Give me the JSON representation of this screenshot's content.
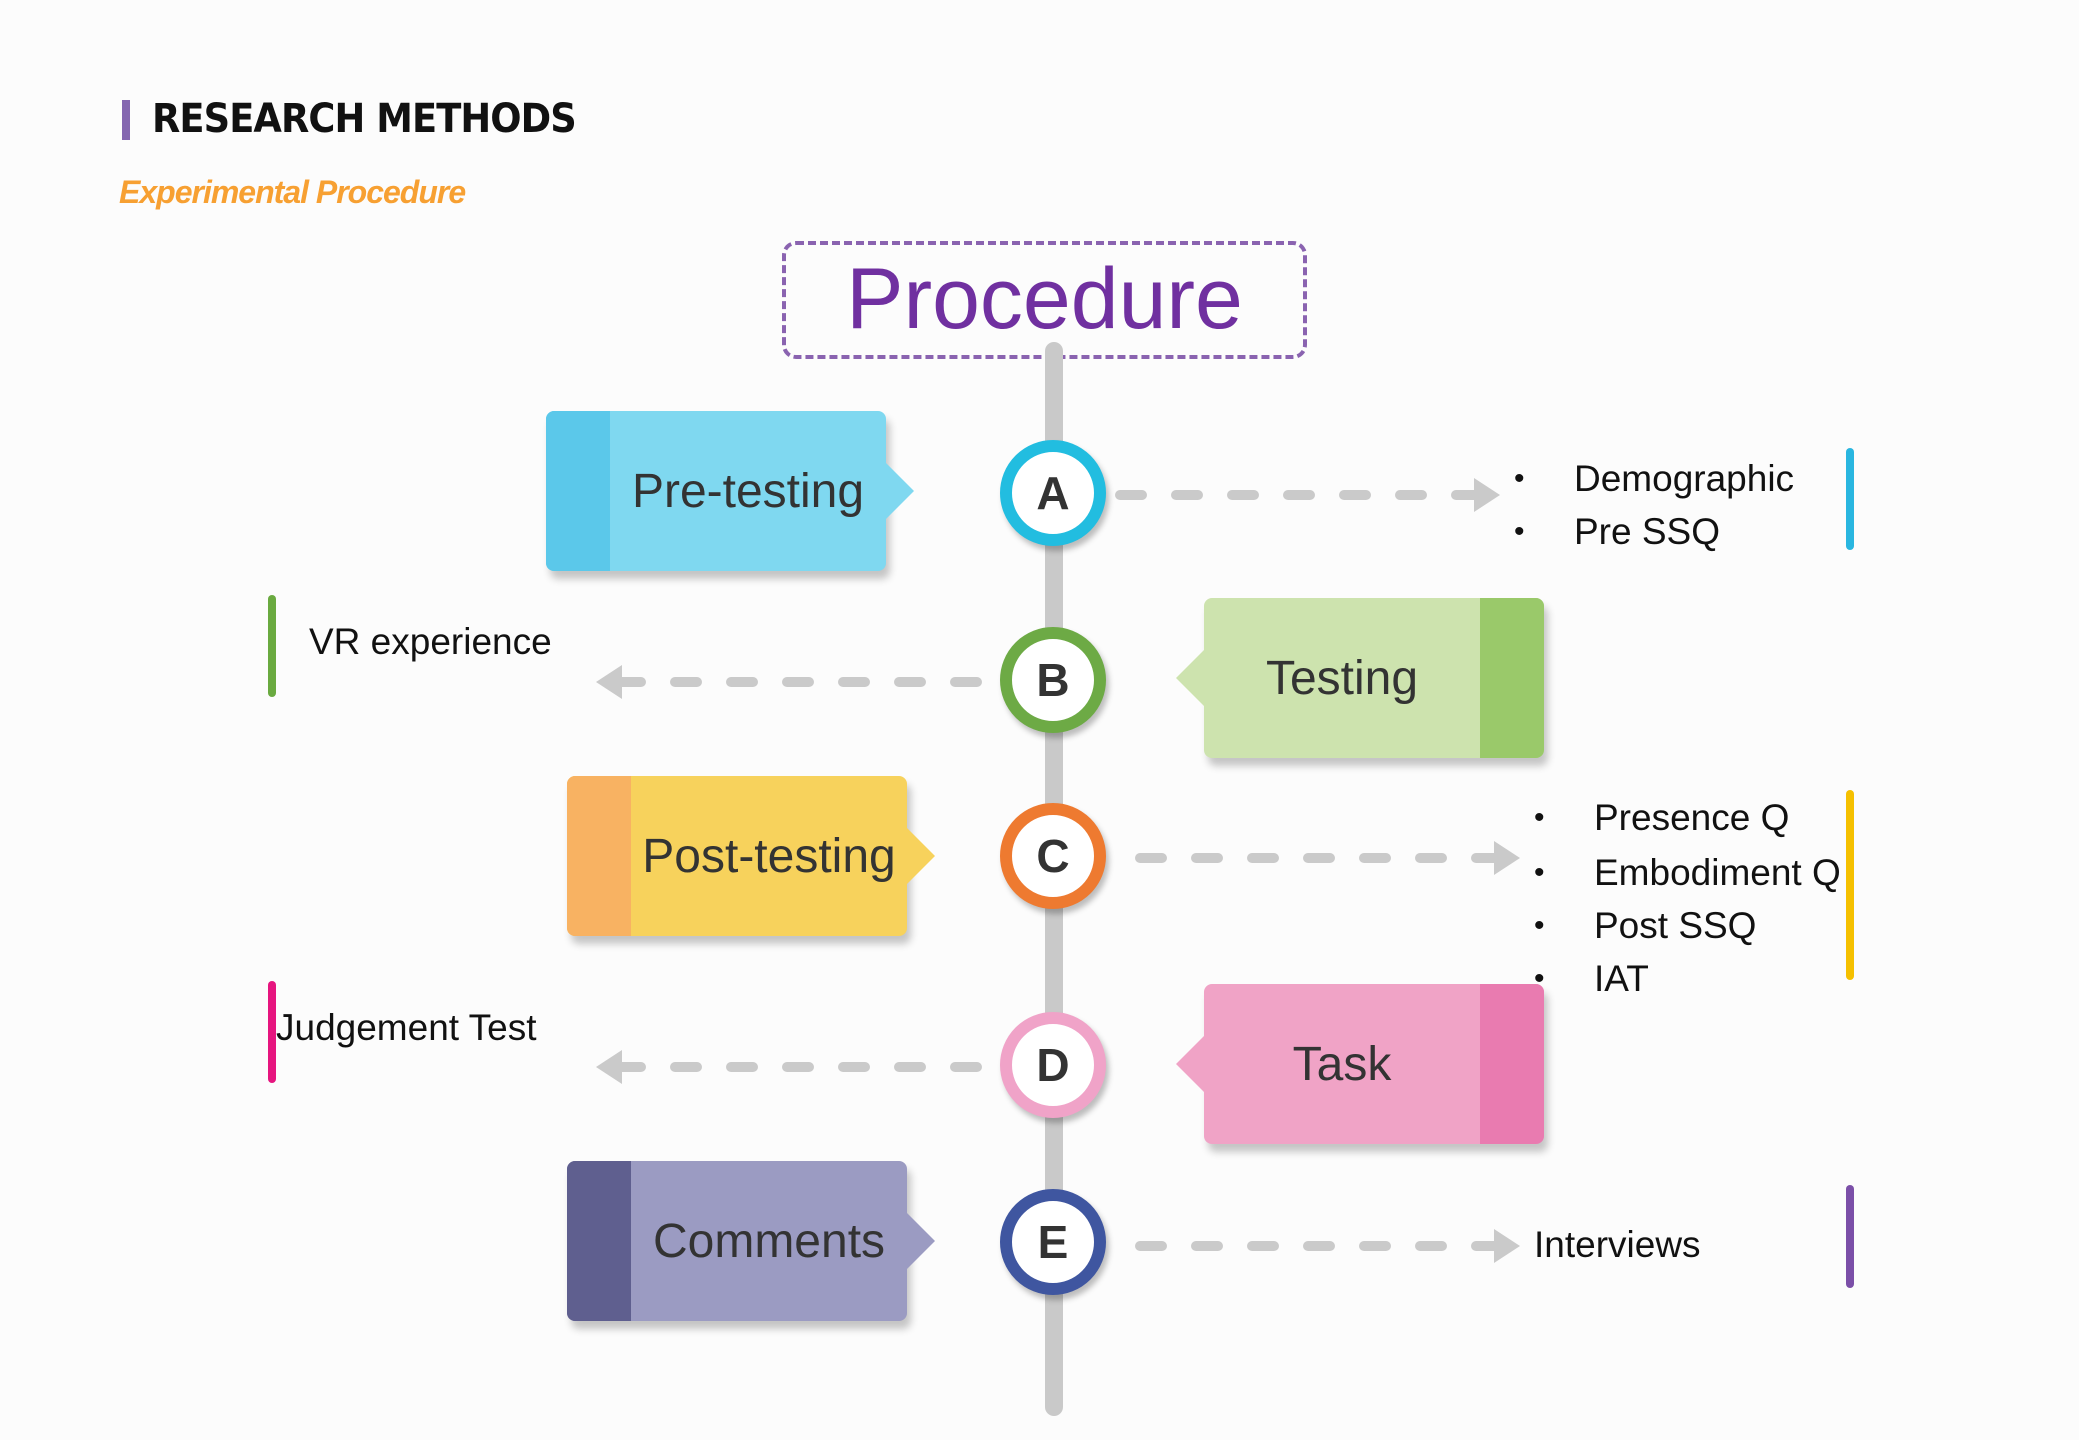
{
  "header": {
    "title": "RESEARCH METHODS",
    "subtitle": "Experimental Procedure"
  },
  "diagram": {
    "title": "Procedure",
    "steps": [
      {
        "letter": "A",
        "label": "Pre-testing",
        "color": "#7fd8f0",
        "strip": "#5bc8ea",
        "ring": "#22bde0",
        "details": [
          "Demographic",
          "Pre SSQ"
        ],
        "bar": "#29b6e0"
      },
      {
        "letter": "B",
        "label": "Testing",
        "color": "#cde3ae",
        "strip": "#9ac96a",
        "ring": "#6daa45",
        "details": [
          "VR experience"
        ],
        "bar": "#6aaa40"
      },
      {
        "letter": "C",
        "label": "Post-testing",
        "color": "#f7d25c",
        "strip": "#f8b262",
        "ring": "#ee7a30",
        "details": [
          "Presence Q",
          "Embodiment Q",
          "Post SSQ",
          "IAT"
        ],
        "bar": "#f5c000"
      },
      {
        "letter": "D",
        "label": "Task",
        "color": "#f0a3c6",
        "strip": "#e97bb0",
        "ring": "#f0a3c8",
        "details": [
          "Judgement Test"
        ],
        "bar": "#e6157f"
      },
      {
        "letter": "E",
        "label": "Comments",
        "color": "#9b9bc2",
        "strip": "#5f5f8f",
        "ring": "#3f56a0",
        "details": [
          "Interviews"
        ],
        "bar": "#7b4fa8"
      }
    ],
    "bullet": "•"
  }
}
